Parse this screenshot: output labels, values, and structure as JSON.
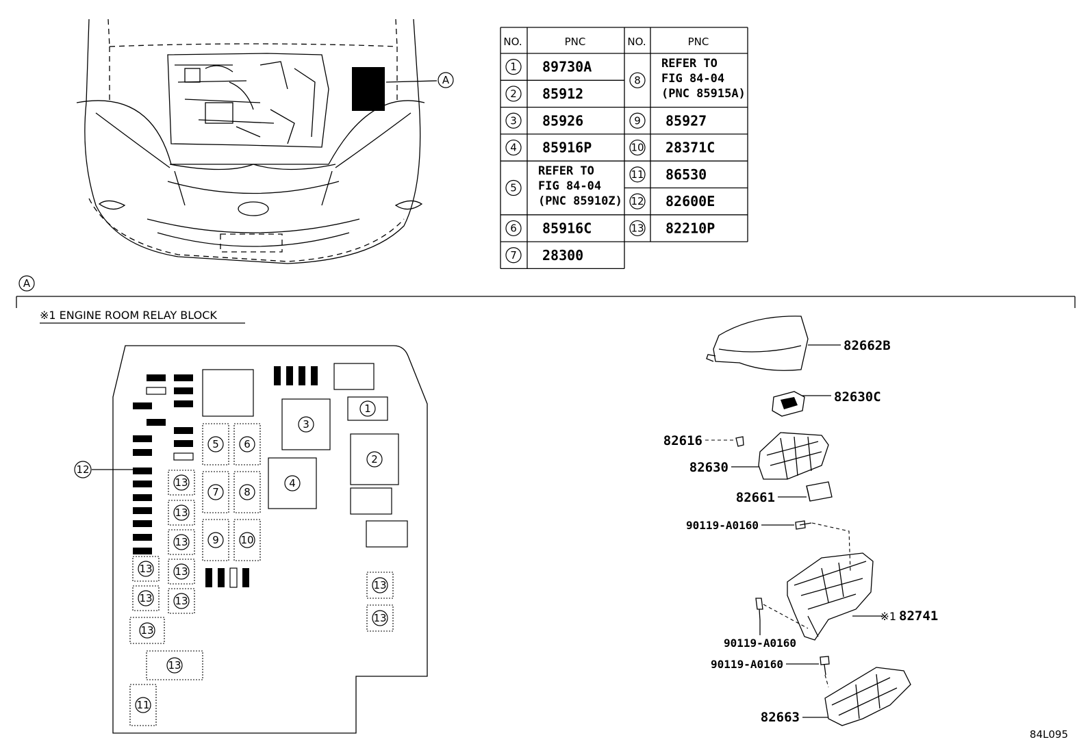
{
  "callout_a": "A",
  "pnc_table": {
    "headers": {
      "no": "NO.",
      "pnc": "PNC"
    },
    "left": [
      {
        "no": "1",
        "pnc": [
          "89730A"
        ]
      },
      {
        "no": "2",
        "pnc": [
          "85912"
        ]
      },
      {
        "no": "3",
        "pnc": [
          "85926"
        ]
      },
      {
        "no": "4",
        "pnc": [
          "85916P"
        ]
      },
      {
        "no": "5",
        "pnc": [
          "REFER TO",
          "FIG 84-04",
          "(PNC 85910Z)"
        ]
      },
      {
        "no": "6",
        "pnc": [
          "85916C"
        ]
      },
      {
        "no": "7",
        "pnc": [
          "28300"
        ]
      }
    ],
    "right": [
      {
        "no": "8",
        "pnc": [
          "REFER TO",
          "FIG 84-04",
          "(PNC 85915A)"
        ]
      },
      {
        "no": "9",
        "pnc": [
          "85927"
        ]
      },
      {
        "no": "10",
        "pnc": [
          "28371C"
        ]
      },
      {
        "no": "11",
        "pnc": [
          "86530"
        ]
      },
      {
        "no": "12",
        "pnc": [
          "82600E"
        ]
      },
      {
        "no": "13",
        "pnc": [
          "82210P"
        ]
      }
    ]
  },
  "section_a": {
    "label": "A",
    "title": "※1 ENGINE ROOM RELAY BLOCK",
    "relay_block_slots": [
      "1",
      "2",
      "3",
      "4",
      "5",
      "6",
      "7",
      "8",
      "9",
      "10",
      "11",
      "12",
      "13"
    ]
  },
  "exploded_parts": [
    {
      "pnc": "82662B"
    },
    {
      "pnc": "82630C"
    },
    {
      "pnc": "82616"
    },
    {
      "pnc": "82630"
    },
    {
      "pnc": "82661"
    },
    {
      "pnc": "90119-A0160"
    },
    {
      "pnc": "82741",
      "note": "※1"
    },
    {
      "pnc": "90119-A0160"
    },
    {
      "pnc": "90119-A0160"
    },
    {
      "pnc": "82663"
    }
  ],
  "figure_code": "84L095"
}
